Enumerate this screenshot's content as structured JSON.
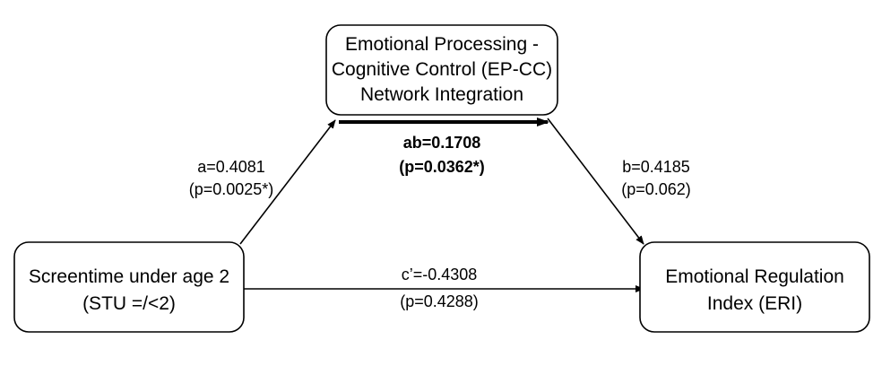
{
  "nodes": {
    "mediator": {
      "lines": [
        "Emotional Processing -",
        "Cognitive Control (EP-CC)",
        "Network Integration"
      ]
    },
    "predictor": {
      "lines": [
        "Screentime under age 2",
        "(STU =/<2)"
      ]
    },
    "outcome": {
      "lines": [
        "Emotional Regulation",
        "Index (ERI)"
      ]
    }
  },
  "paths": {
    "a": {
      "label": "a=0.4081",
      "p": "(p=0.0025*)"
    },
    "b": {
      "label": "b=0.4185",
      "p": "(p=0.062)"
    },
    "ab": {
      "label": "ab=0.1708",
      "p": "(p=0.0362*)"
    },
    "c_prime": {
      "label": "c’=-0.4308",
      "p": "(p=0.4288)"
    }
  },
  "colors": {
    "stroke": "#000000",
    "background": "#ffffff"
  }
}
